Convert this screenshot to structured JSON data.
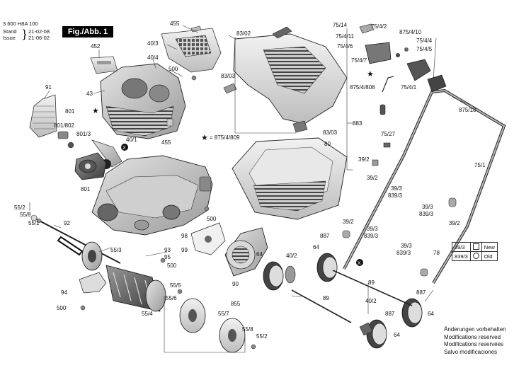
{
  "header": {
    "doc_number": "3 600 H8A 100",
    "stand_label": "Stand",
    "stand_date": "21-02-08",
    "issue_label": "Issue",
    "issue_date": "21-06-02",
    "figure_label": "Fig./Abb. 1"
  },
  "callouts": {
    "c455a": "455",
    "c40_3": "40/3",
    "c40_4": "40/4",
    "c452": "452",
    "c500a": "500",
    "c91": "91",
    "c43": "43",
    "c801a": "801",
    "c801_802": "801/802",
    "c801_3": "801/3",
    "c40_1": "40/1",
    "c455b": "455",
    "c801b": "801",
    "c83_02": "83/02",
    "c83_03a": "83/03",
    "c83_03b": "83/03",
    "c883": "883",
    "c80": "80",
    "c875_4_809": "= 875/4/809",
    "c875_4_808": "875/4/808",
    "c75_14": "75/14",
    "c75_4_2": "75/4/2",
    "c75_4_11": "75/4/11",
    "c75_4_6": "75/4/6",
    "c875_4_10": "875/4/10",
    "c75_4_4": "75/4/4",
    "c75_4_5": "75/4/5",
    "c75_4_7": "75/4/7",
    "c75_4_1": "75/4/1",
    "c875_18": "875/18",
    "c75_27": "75/27",
    "c39_2a": "39/2",
    "c75_1": "75/1",
    "c39_3a": "39/3",
    "c839_3a": "839/3",
    "c39_3b": "39/3",
    "c839_3b": "839/3",
    "c39_2b": "39/2",
    "c39_2c": "39/2",
    "c39_3c": "39/3",
    "c839_3c": "839/3",
    "c39_3d": "39/3",
    "c839_3d": "839/3",
    "c78": "78",
    "c39_2d": "39/2",
    "c55_2a": "55/2",
    "c55_8a": "55/8",
    "c55_1": "55/1",
    "c92": "92",
    "c55_3": "55/3",
    "c500b": "500",
    "c98": "98",
    "c99": "99",
    "c93": "93",
    "c95": "95",
    "c500c": "500",
    "c90": "90",
    "c64a": "64",
    "c40_2a": "40/2",
    "c887a": "887",
    "c64b": "64",
    "c89a": "89",
    "c89b": "89",
    "c887b": "887",
    "c64c": "64",
    "c40_2b": "40/2",
    "c887c": "887",
    "c64d": "64",
    "c94": "94",
    "c500d": "500",
    "c55_5": "55/5",
    "c55_6": "55/6",
    "c55_4": "55/4",
    "c55_7": "55/7",
    "c855": "855",
    "c55_8b": "55/8",
    "c55_2b": "55/2",
    "cX": "X"
  },
  "legend": {
    "row1_code": "39/3",
    "row2_code": "839/3",
    "new_label": "New",
    "old_label": "Old"
  },
  "notes": [
    "Änderungen vorbehalten",
    "Modifications reserved",
    "Modifications reservées",
    "Salvo modificaciones"
  ]
}
